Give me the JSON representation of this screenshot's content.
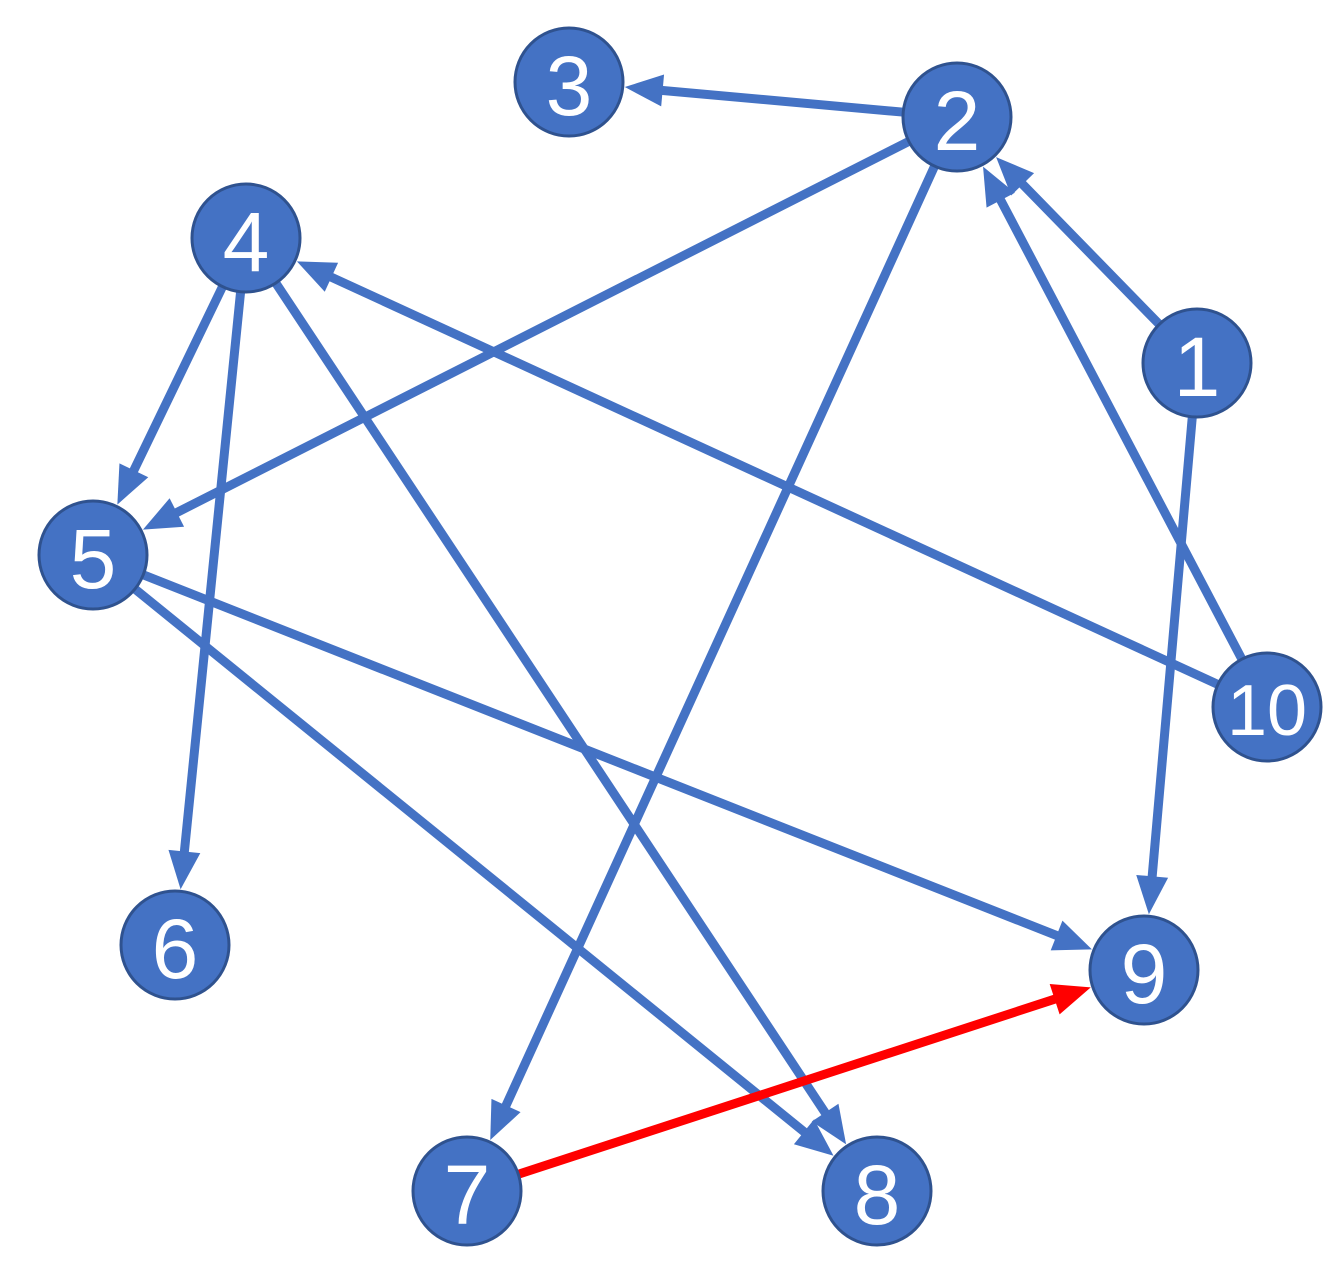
{
  "graph": {
    "colors": {
      "node_fill": "#4472C4",
      "node_stroke": "#2F528F",
      "edge": "#4472C4",
      "highlight": "#FF0000",
      "label": "#FFFFFF"
    },
    "nodes": [
      {
        "id": "1",
        "label": "1"
      },
      {
        "id": "2",
        "label": "2"
      },
      {
        "id": "3",
        "label": "3"
      },
      {
        "id": "4",
        "label": "4"
      },
      {
        "id": "5",
        "label": "5"
      },
      {
        "id": "6",
        "label": "6"
      },
      {
        "id": "7",
        "label": "7"
      },
      {
        "id": "8",
        "label": "8"
      },
      {
        "id": "9",
        "label": "9"
      },
      {
        "id": "10",
        "label": "10"
      }
    ],
    "edges": [
      {
        "from": "2",
        "to": "3",
        "highlight": false
      },
      {
        "from": "1",
        "to": "2",
        "highlight": false
      },
      {
        "from": "10",
        "to": "2",
        "highlight": false
      },
      {
        "from": "2",
        "to": "5",
        "highlight": false
      },
      {
        "from": "2",
        "to": "7",
        "highlight": false
      },
      {
        "from": "10",
        "to": "4",
        "highlight": false
      },
      {
        "from": "4",
        "to": "5",
        "highlight": false
      },
      {
        "from": "4",
        "to": "6",
        "highlight": false
      },
      {
        "from": "4",
        "to": "8",
        "highlight": false
      },
      {
        "from": "5",
        "to": "9",
        "highlight": false
      },
      {
        "from": "5",
        "to": "8",
        "highlight": false
      },
      {
        "from": "1",
        "to": "9",
        "highlight": false
      },
      {
        "from": "7",
        "to": "9",
        "highlight": true
      }
    ]
  }
}
